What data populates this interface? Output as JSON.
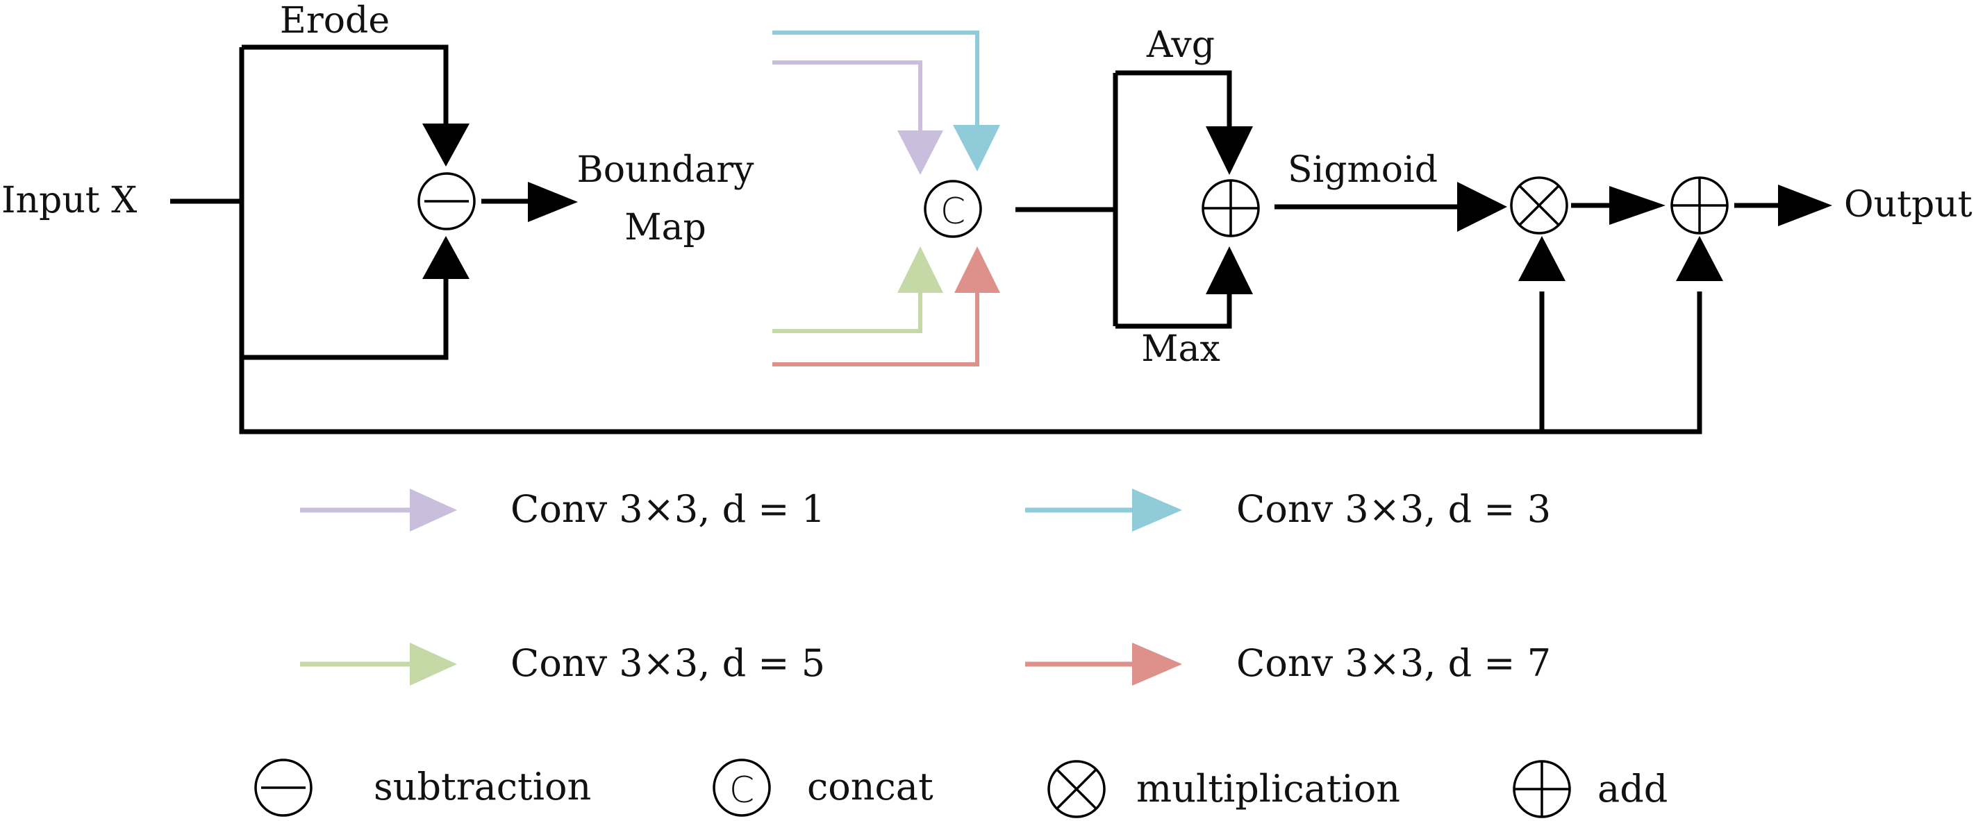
{
  "diagram": {
    "labels": {
      "input": "Input X",
      "erode": "Erode",
      "boundary_line1": "Boundary",
      "boundary_line2": "Map",
      "avg": "Avg",
      "max": "Max",
      "sigmoid": "Sigmoid",
      "output": "Output",
      "concat_symbol": "C"
    },
    "colors": {
      "d1": "#c9bfdc",
      "d3": "#8fcbd8",
      "d5": "#c4d9a6",
      "d7": "#dd918a",
      "line": "#000000"
    }
  },
  "legend": {
    "convs": [
      {
        "label": "Conv 3×3, d = 1",
        "color": "#c9bfdc"
      },
      {
        "label": "Conv 3×3, d = 3",
        "color": "#8fcbd8"
      },
      {
        "label": "Conv 3×3, d = 5",
        "color": "#c4d9a6"
      },
      {
        "label": "Conv 3×3, d = 7",
        "color": "#dd918a"
      }
    ],
    "ops": [
      {
        "icon": "subtraction-icon",
        "label": "subtraction"
      },
      {
        "icon": "concat-icon",
        "label": "concat"
      },
      {
        "icon": "multiplication-icon",
        "label": "multiplication"
      },
      {
        "icon": "add-icon",
        "label": "add"
      }
    ]
  }
}
